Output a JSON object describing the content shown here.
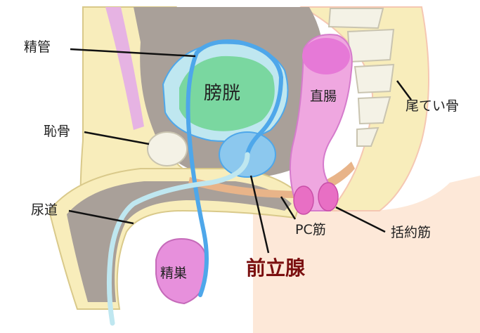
{
  "labels": {
    "vas_deferens": "精管",
    "bladder": "膀胱",
    "rectum": "直腸",
    "coccyx": "尾てい骨",
    "pubic_bone": "恥骨",
    "urethra": "尿道",
    "pc_muscle": "PC筋",
    "sphincter": "括約筋",
    "testis": "精巣",
    "prostate": "前立腺"
  },
  "colors": {
    "background": "#ffffff",
    "skin": "#fde8d8",
    "skin_edge": "#f5c7b2",
    "fat_layer": "#f8edbb",
    "tissue_gray": "#a9a099",
    "bone": "#f4f2e6",
    "bladder": "#7ad7a0",
    "bladder_ring": "#bfe7f0",
    "prostate": "#8cc8ee",
    "vas_deferens": "#4ea7ea",
    "rectum": "#efa7e0",
    "rectum_top": "#e679d7",
    "sphincter": "#e86fc4",
    "pc_muscle": "#e8b489",
    "testis": "#e790dc",
    "leader_line": "#111111",
    "highlight_text": "#7a0f0f"
  }
}
